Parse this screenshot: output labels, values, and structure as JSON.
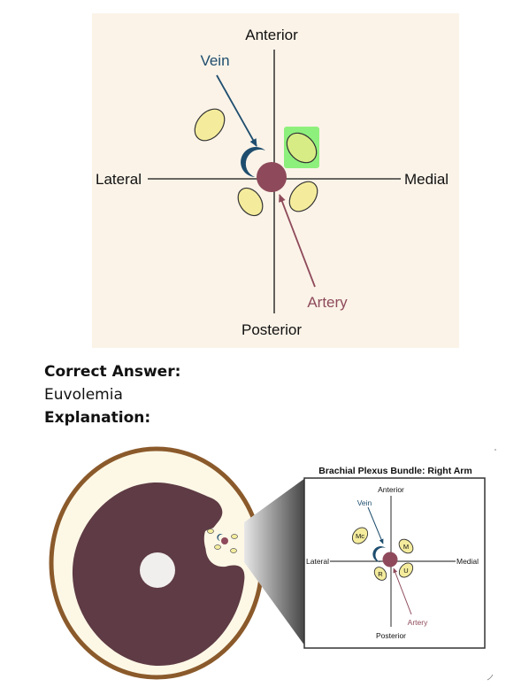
{
  "top_diagram": {
    "labels": {
      "anterior": "Anterior",
      "posterior": "Posterior",
      "lateral": "Lateral",
      "medial": "Medial",
      "vein": "Vein",
      "artery": "Artery"
    },
    "colors": {
      "background": "#fbf3e8",
      "vein": "#1e4d6e",
      "artery": "#8e4a5b",
      "nerve_fill": "#f4ec9c",
      "highlight": "#8ef07c"
    }
  },
  "answer": {
    "correct_label": "Correct Answer:",
    "correct_value": "Euvolemia",
    "explanation_label": "Explanation:"
  },
  "bottom_diagram": {
    "inset_title": "Brachial Plexus Bundle: Right Arm",
    "labels": {
      "anterior": "Anterior",
      "posterior": "Posterior",
      "lateral": "Lateral",
      "medial": "Medial",
      "vein": "Vein",
      "artery": "Artery"
    },
    "nerves": {
      "mc": "Mc",
      "m": "M",
      "r": "R",
      "u": "U"
    },
    "colors": {
      "arm_ring": "#8b5a2b",
      "arm_cream": "#fdf8e6",
      "muscle": "#5e3b45",
      "bone": "#f1eeee"
    }
  }
}
